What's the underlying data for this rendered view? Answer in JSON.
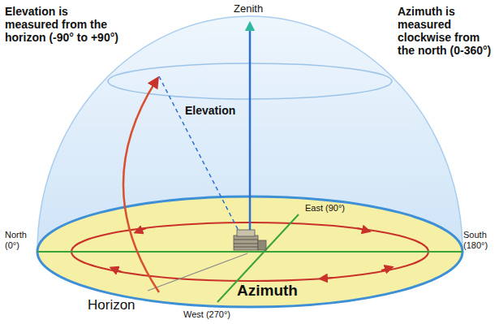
{
  "diagram": {
    "labels": [
      "Elevation is measured from the horizon (-90° to +90°)",
      "Zenith",
      "Azimuth is measured clockwise from the north (0-360°)",
      "Elevation",
      "East (90°)",
      "North (0°)",
      "South (180°)",
      "Azimuth",
      "Horizon",
      "West (270°)"
    ]
  }
}
